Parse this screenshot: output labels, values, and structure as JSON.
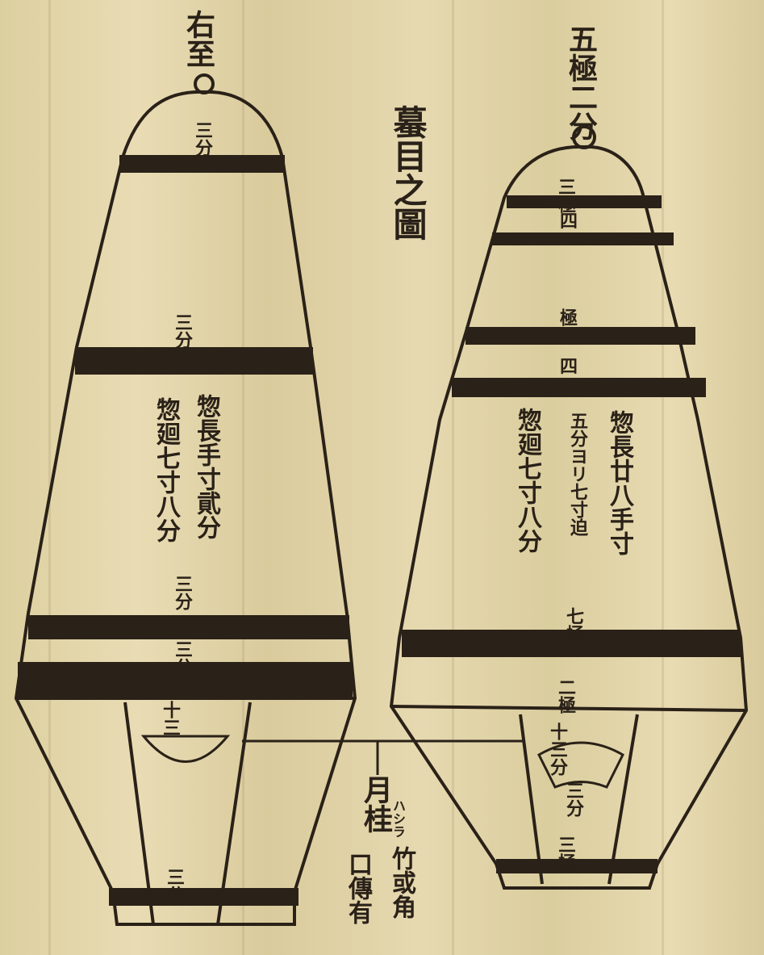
{
  "title": "蟇目之圖",
  "left_figure": {
    "top_label": "右至",
    "band_labels": [
      "三分",
      "三分",
      "三分",
      "三分",
      "三分",
      "十三"
    ],
    "dimensions": [
      "惣長手寸貮分",
      "惣廻七寸八分"
    ]
  },
  "right_figure": {
    "top_label": "五極二分",
    "band_labels": [
      "三極",
      "四",
      "極",
      "四",
      "七極",
      "二極",
      "十三分",
      "三分",
      "三極"
    ],
    "dimensions": [
      "惣長廿八手寸",
      "五分ヨリ七寸迫",
      "惣廻七寸八分"
    ]
  },
  "bottom_note": {
    "main": "月桂",
    "ruby": "ハシラ",
    "lines": [
      "竹或角",
      "口傳有"
    ]
  }
}
